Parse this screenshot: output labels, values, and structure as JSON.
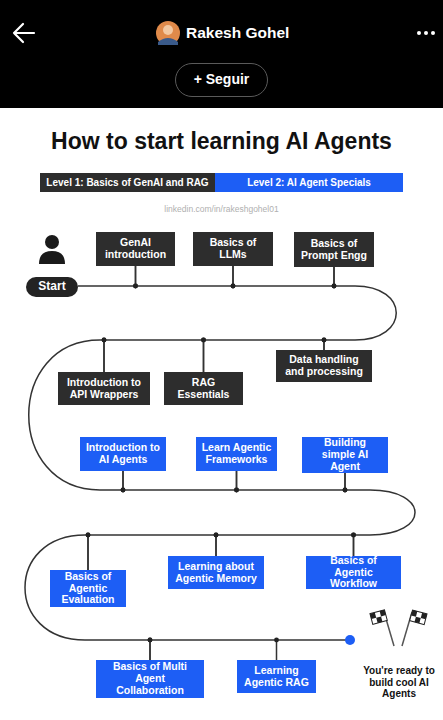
{
  "diagram": {
    "title": "How to start learning AI Agents",
    "nodes": [
      {
        "text": [
          "+ Seguir"
        ]
      },
      {
        "text": [
          "Start"
        ]
      },
      {
        "text": [
          "GenAI introduction"
        ]
      },
      {
        "text": [
          "Basics of LLMs"
        ]
      },
      {
        "text": [
          "Basics of Prompt Engg"
        ]
      },
      {
        "text": [
          "Data handling and processing"
        ]
      },
      {
        "text": [
          "RAG Essentials"
        ]
      },
      {
        "text": [
          "Introduction to API Wrappers"
        ]
      },
      {
        "text": [
          "Introduction to AI Agents"
        ]
      },
      {
        "text": [
          "Learn Agentic Frameworks"
        ]
      },
      {
        "text": [
          "Building simple AI Agent"
        ]
      },
      {
        "text": [
          "Basics of Agentic Workflow"
        ]
      },
      {
        "text": [
          "Learning about Agentic Memory"
        ]
      },
      {
        "text": [
          "Basics of Agentic Evaluation"
        ]
      },
      {
        "text": [
          "Basics of Multi Agent Collaboration"
        ]
      },
      {
        "text": [
          "Learning Agentic RAG"
        ]
      }
    ],
    "edges": [
      {
        "from": 1,
        "to": 2,
        "arrow": "none"
      },
      {
        "from": 2,
        "to": 3,
        "arrow": "none"
      },
      {
        "from": 3,
        "to": 4,
        "arrow": "none"
      },
      {
        "from": 4,
        "to": 5,
        "arrow": "none"
      },
      {
        "from": 5,
        "to": 6,
        "arrow": "none"
      },
      {
        "from": 6,
        "to": 7,
        "arrow": "none"
      },
      {
        "from": 7,
        "to": 8,
        "arrow": "none"
      },
      {
        "from": 8,
        "to": 9,
        "arrow": "none"
      },
      {
        "from": 9,
        "to": 10,
        "arrow": "none"
      },
      {
        "from": 10,
        "to": 11,
        "arrow": "none"
      },
      {
        "from": 11,
        "to": 12,
        "arrow": "none"
      },
      {
        "from": 12,
        "to": 13,
        "arrow": "none"
      },
      {
        "from": 13,
        "to": 14,
        "arrow": "none"
      },
      {
        "from": 14,
        "to": 15,
        "arrow": "none"
      }
    ],
    "labels": [
      "Rakesh Gohel",
      "linkedin.com/in/rakeshgohel01",
      "You're ready to build cool AI Agents"
    ],
    "legend": [
      {
        "text": "Level 1: Basics of GenAI and RAG",
        "color": "#2d2d2d"
      },
      {
        "text": "Level 2: AI Agent Specials",
        "color": "#1d5ef5"
      }
    ]
  }
}
